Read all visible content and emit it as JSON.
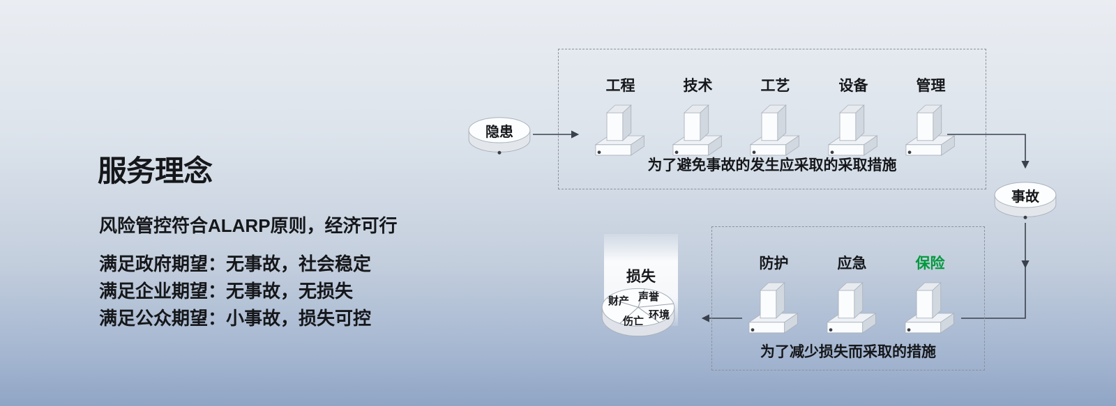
{
  "left_panel": {
    "title": "服务理念",
    "subtitle": "风险管控符合ALARP原则，经济可行",
    "expectations": [
      "满足政府期望：无事故，社会稳定",
      "满足企业期望：无事故，无损失",
      "满足公众期望：小事故，损失可控"
    ]
  },
  "diagram": {
    "nodes": {
      "hazard": "隐患",
      "accident": "事故",
      "loss": "损失"
    },
    "loss_pie_segments": [
      "财产",
      "声誉",
      "伤亡",
      "环境"
    ],
    "prevention_box": {
      "barriers": [
        "工程",
        "技术",
        "工艺",
        "设备",
        "管理"
      ],
      "caption": "为了避免事故的发生应采取的采取措施"
    },
    "mitigation_box": {
      "barriers": [
        "防护",
        "应急",
        "保险"
      ],
      "caption": "为了减少损失而采取的措施"
    },
    "colors": {
      "insurance_green": "#00993c",
      "arrow": "#39414d",
      "background_top": "#eaedf2",
      "background_bottom": "#90a5c5"
    }
  }
}
